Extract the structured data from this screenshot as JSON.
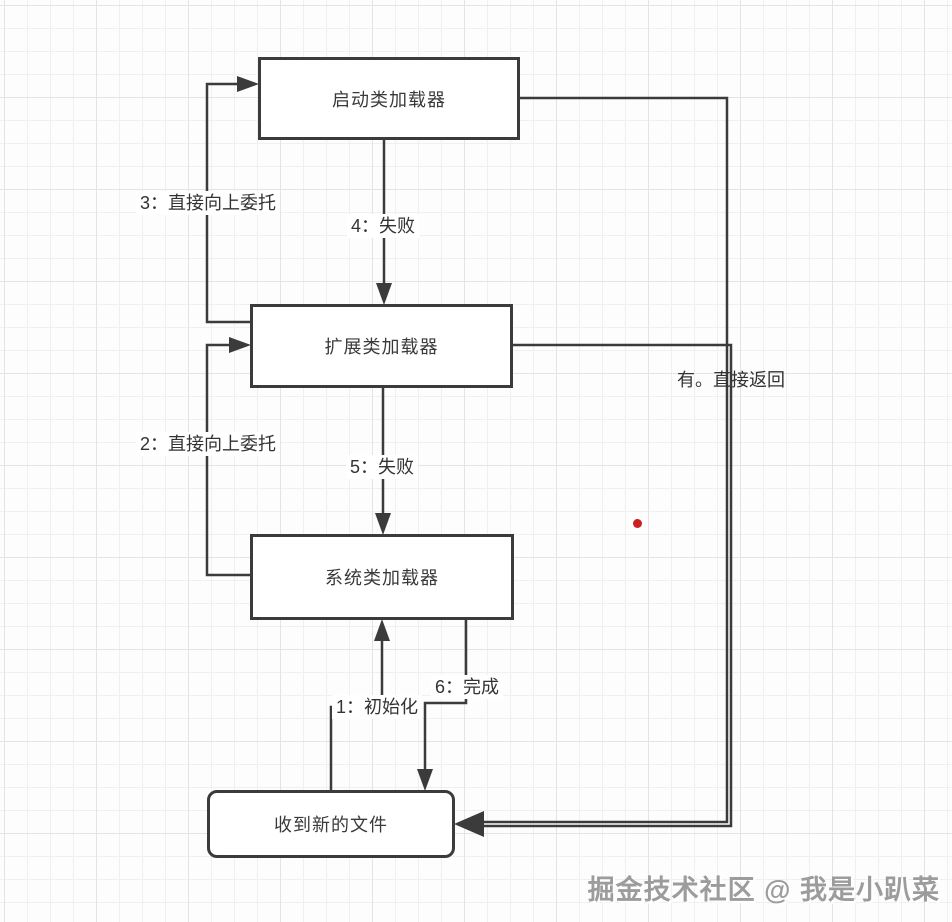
{
  "diagram": {
    "title_hint": "class-loader-delegation-flowchart",
    "boxes": [
      {
        "id": "bootstrap-classloader",
        "label": "启动类加载器"
      },
      {
        "id": "extension-classloader",
        "label": "扩展类加载器"
      },
      {
        "id": "system-classloader",
        "label": "系统类加载器"
      },
      {
        "id": "received-new-file",
        "label": "收到新的文件"
      }
    ],
    "edge_labels": [
      {
        "id": "delegate-up-3",
        "text": "3：直接向上委托"
      },
      {
        "id": "fail-4",
        "text": "4：失败"
      },
      {
        "id": "delegate-up-2",
        "text": "2：直接向上委托"
      },
      {
        "id": "fail-5",
        "text": "5：失败"
      },
      {
        "id": "direct-return",
        "text": "有。直接返回"
      },
      {
        "id": "complete-6",
        "text": "6：完成"
      },
      {
        "id": "initialize-1",
        "text": "1：初始化"
      }
    ],
    "colors": {
      "stroke": "#3b3b3b",
      "node_background": "#ffffff",
      "grid_minor": "#f0f0f0",
      "grid_major": "#e4e4e4",
      "red_dot": "#cb2020",
      "watermark": "#9c9c9c"
    }
  },
  "watermark": {
    "text": "掘金技术社区 @ 我是小趴菜"
  }
}
